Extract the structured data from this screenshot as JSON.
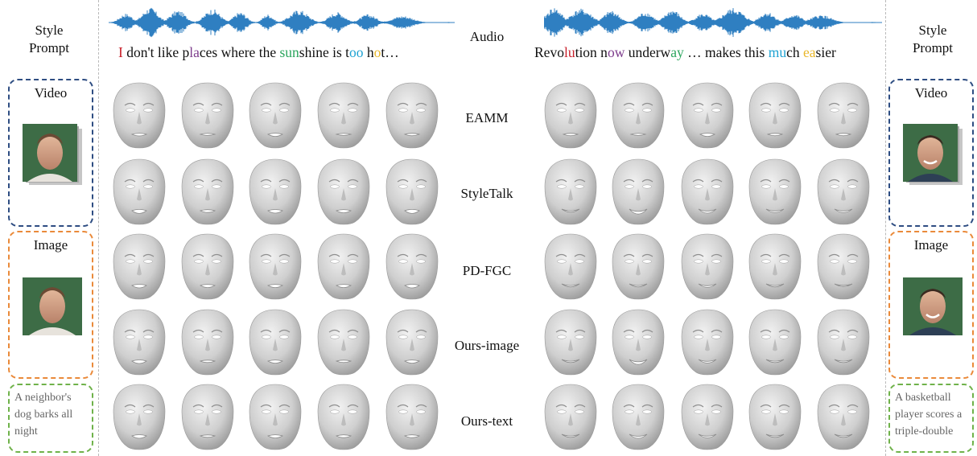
{
  "left_panel": {
    "style_prompt_lines": [
      "Style",
      "Prompt"
    ],
    "video_label": "Video",
    "image_label": "Image",
    "text_prompt": "A neighbor's dog barks all night"
  },
  "right_panel": {
    "style_prompt_lines": [
      "Style",
      "Prompt"
    ],
    "video_label": "Video",
    "image_label": "Image",
    "text_prompt": "A basketball player scores a triple-double"
  },
  "audio_label": "Audio",
  "left_sentence": [
    {
      "t": "I",
      "c": "red"
    },
    {
      "t": " don't like p",
      "c": ""
    },
    {
      "t": "la",
      "c": "purple"
    },
    {
      "t": "ces where the ",
      "c": ""
    },
    {
      "t": "sun",
      "c": "green"
    },
    {
      "t": "shine is t",
      "c": ""
    },
    {
      "t": "oo",
      "c": "cyan"
    },
    {
      "t": " h",
      "c": ""
    },
    {
      "t": "o",
      "c": "yellow"
    },
    {
      "t": "t…",
      "c": ""
    }
  ],
  "right_sentence": [
    {
      "t": "Revo",
      "c": ""
    },
    {
      "t": "lu",
      "c": "red"
    },
    {
      "t": "tion n",
      "c": ""
    },
    {
      "t": "ow",
      "c": "purple"
    },
    {
      "t": " underw",
      "c": ""
    },
    {
      "t": "ay",
      "c": "green"
    },
    {
      "t": " … makes this ",
      "c": ""
    },
    {
      "t": "mu",
      "c": "cyan"
    },
    {
      "t": "ch ",
      "c": ""
    },
    {
      "t": "ea",
      "c": "yellow"
    },
    {
      "t": "sier",
      "c": ""
    }
  ],
  "methods": [
    "EAMM",
    "StyleTalk",
    "PD-FGC",
    "Ours-image",
    "Ours-text"
  ],
  "colors": {
    "waveform": "#2f7fc1",
    "video_box": "#2e4d82",
    "image_box": "#ea8a3a",
    "text_box": "#6fb24a",
    "highlight_red": "#c8202b",
    "highlight_purple": "#7d3c8c",
    "highlight_green": "#2aa55d",
    "highlight_cyan": "#1fa3d3",
    "highlight_yellow": "#e9b72a"
  }
}
